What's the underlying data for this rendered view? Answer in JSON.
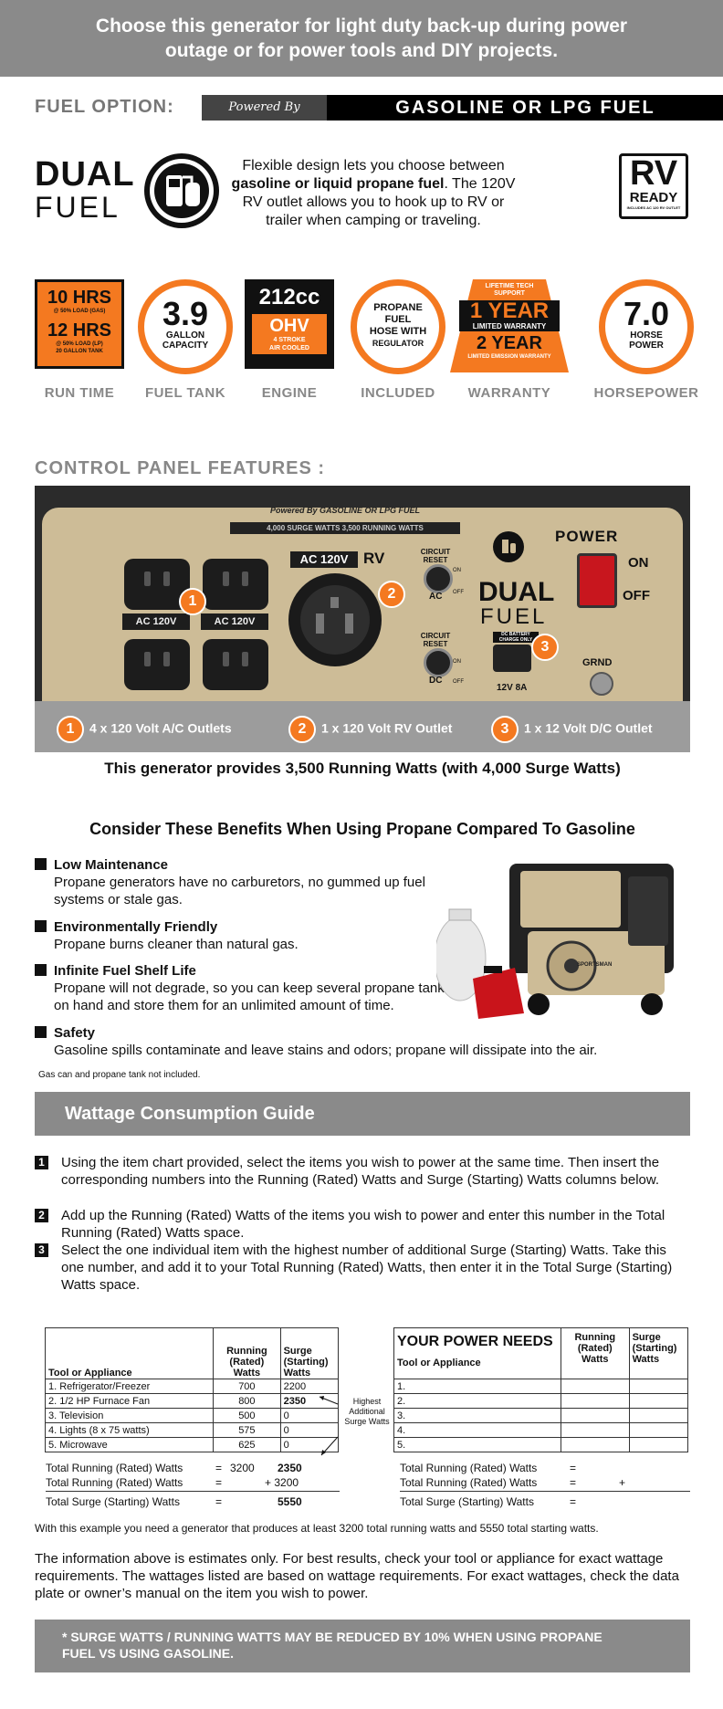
{
  "banner": {
    "line1": "Choose this generator for light duty back-up during power",
    "line2": "outage or for power tools and DIY projects."
  },
  "fuel_option": {
    "label": "FUEL OPTION:",
    "powered_by": "Powered By",
    "fuel_type": "GASOLINE OR LPG FUEL"
  },
  "dual_fuel": {
    "line1": "DUAL",
    "line2": "FUEL",
    "desc_pre": "Flexible design lets you choose between ",
    "desc_bold": "gasoline or liquid propane fuel",
    "desc_post": ". The 120V RV outlet allows you to hook up to RV or trailer when camping or traveling."
  },
  "rv_ready": {
    "line1": "RV",
    "line2": "READY",
    "small": "INCLUDES AC 120 RV OUTLET"
  },
  "badges": {
    "runtime": {
      "hrs1": "10 HRS",
      "sub1": "@ 50% LOAD (GAS)",
      "hrs2": "12 HRS",
      "sub2": "@ 50% LOAD (LP)",
      "sub3": "20 GALLON TANK",
      "label": "RUN TIME"
    },
    "fuel_tank": {
      "value": "3.9",
      "sub1": "GALLON",
      "sub2": "CAPACITY",
      "label": "FUEL TANK"
    },
    "engine": {
      "value": "212cc",
      "ohv": "OHV",
      "sub1": "4 STROKE",
      "sub2": "AIR COOLED",
      "label": "ENGINE"
    },
    "included": {
      "l1": "PROPANE",
      "l2": "FUEL",
      "l3": "HOSE WITH",
      "l4": "REGULATOR",
      "label": "INCLUDED"
    },
    "warranty": {
      "top": "LIFETIME TECH SUPPORT",
      "y1": "1 YEAR",
      "y1sub": "LIMITED WARRANTY",
      "y2": "2 YEAR",
      "y2sub": "LIMITED EMISSION WARRANTY",
      "label": "WARRANTY"
    },
    "horsepower": {
      "value": "7.0",
      "sub1": "HORSE",
      "sub2": "POWER",
      "label": "HORSEPOWER"
    }
  },
  "control_panel": {
    "heading": "CONTROL PANEL FEATURES :",
    "plate_top": "Powered By GASOLINE OR LPG FUEL",
    "plate_sub": "4,000 SURGE WATTS   3,500 RUNNING WATTS",
    "ac_label": "AC 120V",
    "rv": "RV",
    "power": "POWER",
    "on": "ON",
    "off": "OFF",
    "circuit_reset": "CIRCUIT RESET",
    "ac": "AC",
    "dc": "DC",
    "dual": "DUAL",
    "fuel": "FUEL",
    "dc_battery": "DC BATTERY CHARGE ONLY",
    "v12": "12V 8A",
    "grnd": "GRND",
    "outlet_label": "AC 120V",
    "on_small": "ON",
    "off_small": "OFF",
    "features": [
      {
        "num": "1",
        "text": "4 x 120 Volt A/C Outlets"
      },
      {
        "num": "2",
        "text": "1 x 120 Volt RV Outlet"
      },
      {
        "num": "3",
        "text": "1 x 12 Volt D/C Outlet"
      }
    ],
    "provides": "This generator provides 3,500 Running Watts (with 4,000 Surge Watts)"
  },
  "benefits": {
    "heading": "Consider These Benefits When Using Propane Compared To Gasoline",
    "items": [
      {
        "title": "Low Maintenance",
        "body": "Propane generators have no carburetors, no gummed up fuel systems or stale gas."
      },
      {
        "title": "Environmentally Friendly",
        "body": "Propane burns cleaner than natural gas."
      },
      {
        "title": "Infinite Fuel Shelf Life",
        "body": "Propane will not degrade, so you can keep several propane tanks on hand and store them for an unlimited amount of time."
      },
      {
        "title": "Safety",
        "body": "Gasoline spills contaminate and leave stains and odors; propane will dissipate into the air."
      }
    ],
    "note": "Gas can and propane tank not included.",
    "photo_brand": "SPORTSMAN"
  },
  "wattage": {
    "heading": "Wattage Consumption Guide",
    "steps": [
      {
        "num": "1",
        "text": "Using the item chart provided, select the items you wish to power at the same time. Then insert the corresponding numbers into the Running (Rated) Watts and Surge (Starting) Watts columns below."
      },
      {
        "num": "2",
        "text": "Add up the Running (Rated) Watts of the items you wish to power and enter this number in the Total Running (Rated) Watts space."
      },
      {
        "num": "3",
        "text": "Select the one individual item with the highest number of additional Surge (Starting) Watts. Take this one number, and add it to your Total Running (Rated) Watts, then enter it in the Total Surge (Starting) Watts space."
      }
    ],
    "example": {
      "h_item": "Tool or Appliance",
      "h_run": "Running (Rated) Watts",
      "h_surge": "Surge (Starting) Watts",
      "rows": [
        {
          "item": "1. Refrigerator/Freezer",
          "run": "700",
          "surge": "2200"
        },
        {
          "item": "2. 1/2 HP Furnace Fan",
          "run": "800",
          "surge": "2350"
        },
        {
          "item": "3. Television",
          "run": "500",
          "surge": "0"
        },
        {
          "item": "4. Lights (8 x 75 watts)",
          "run": "575",
          "surge": "0"
        },
        {
          "item": "5. Microwave",
          "run": "625",
          "surge": "0"
        }
      ],
      "hint": "Highest Additional Surge Watts",
      "t1_label": "Total Running (Rated) Watts",
      "t1_eq": "=",
      "t1_run": "3200",
      "t1_surge": "2350",
      "t2_label": "Total Running (Rated) Watts",
      "t2_eq": "=",
      "t2_surge": "+ 3200",
      "t3_label": "Total Surge (Starting) Watts",
      "t3_eq": "=",
      "t3_surge": "5550"
    },
    "yours": {
      "title": "YOUR POWER NEEDS",
      "h_item": "Tool or Appliance",
      "h_run": "Running (Rated) Watts",
      "h_surge": "Surge (Starting) Watts",
      "rows": [
        "1.",
        "2.",
        "3.",
        "4.",
        "5."
      ],
      "t1_label": "Total Running (Rated) Watts",
      "t1_eq": "=",
      "t2_label": "Total Running (Rated) Watts",
      "t2_eq": "=",
      "t2_plus": "+",
      "t3_label": "Total Surge (Starting) Watts",
      "t3_eq": "="
    },
    "summary": "With this example you need a generator that produces at least 3200 total running watts and 5550 total starting watts.",
    "disclaimer": "The information above is estimates only.  For best results, check your tool or appliance for exact wattage requirements. The wattages listed are based on wattage requirements. For exact wattages, check the data plate or owner’s manual on the item you wish to power."
  },
  "footer": {
    "line1": "* SURGE WATTS / RUNNING WATTS MAY BE REDUCED BY 10% WHEN USING PROPANE",
    "line2": "FUEL VS USING GASOLINE."
  },
  "colors": {
    "accent": "#f47920",
    "banner_gray": "#8a8a8a",
    "panel_tan": "#cdbc97"
  }
}
